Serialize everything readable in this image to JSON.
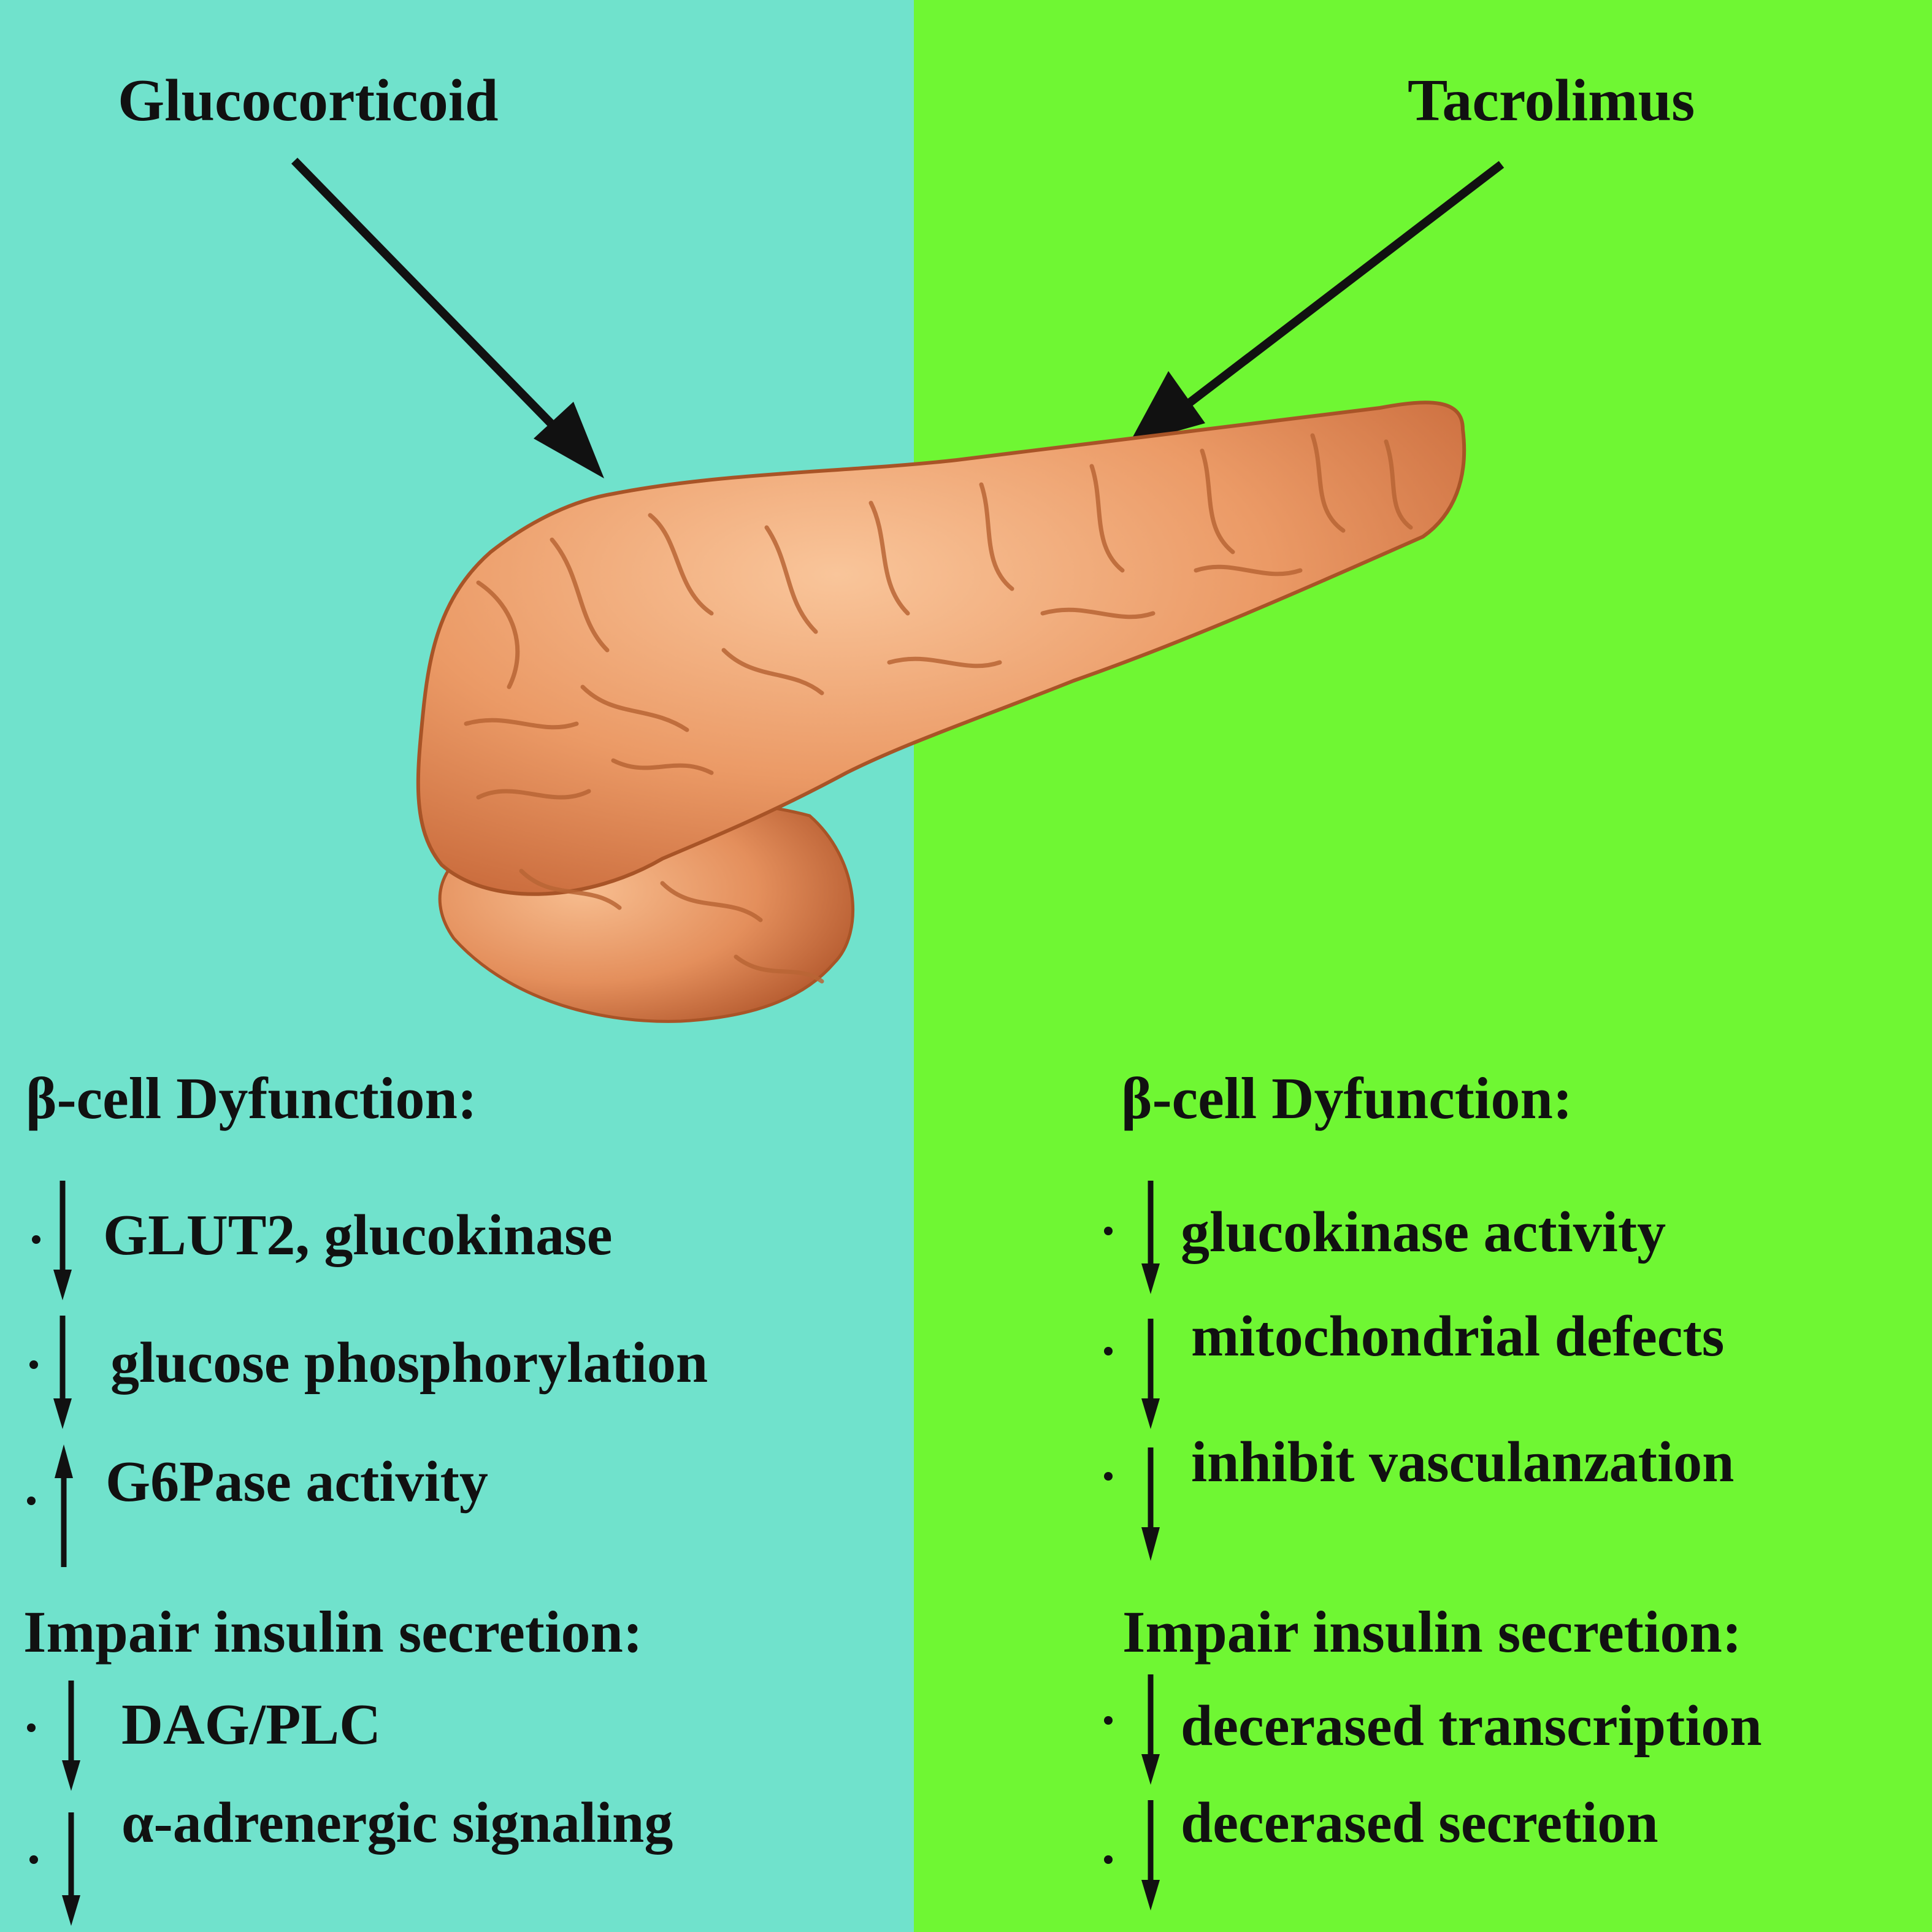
{
  "left": {
    "drug": "Glucocorticoid",
    "background": "#70e2cc",
    "section1": {
      "heading": "β-cell Dyfunction:",
      "items": [
        {
          "text": "GLUT2, glucokinase",
          "direction": "down"
        },
        {
          "text": "glucose phosphorylation",
          "direction": "down"
        },
        {
          "text": "G6Pase activity",
          "direction": "up"
        }
      ]
    },
    "section2": {
      "heading": "Impair insulin secretion:",
      "items": [
        {
          "text": "DAG/PLC",
          "direction": "down"
        },
        {
          "text": "α-adrenergic signaling",
          "direction": "down"
        }
      ]
    }
  },
  "right": {
    "drug": "Tacrolimus",
    "background": "#6ff733",
    "section1": {
      "heading": "β-cell Dyfunction:",
      "items": [
        {
          "text": "glucokinase activity",
          "direction": "down"
        },
        {
          "text": "mitochondrial defects",
          "direction": "down"
        },
        {
          "text": "inhibit vasculanzation",
          "direction": "down"
        }
      ]
    },
    "section2": {
      "heading": "Impair insulin secretion:",
      "items": [
        {
          "text": "decerased transcription",
          "direction": "down"
        },
        {
          "text": "decerased secretion",
          "direction": "down"
        }
      ]
    }
  },
  "organ_icon": "pancreas-illustration"
}
